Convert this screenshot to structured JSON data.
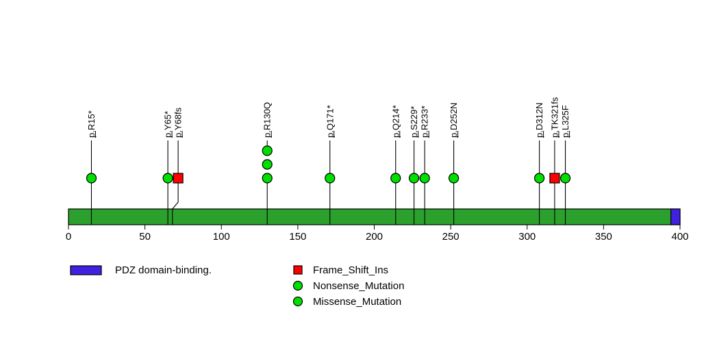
{
  "chart_data": {
    "type": "lollipop",
    "title": "",
    "xlabel": "",
    "ylabel": "",
    "xlim": [
      0,
      400
    ],
    "protein_length": 400,
    "axis": {
      "ticks": [
        0,
        50,
        100,
        150,
        200,
        250,
        300,
        350,
        400
      ],
      "tick_labels": [
        "0",
        "50",
        "100",
        "150",
        "200",
        "250",
        "300",
        "350",
        "400"
      ],
      "grid": false
    },
    "backbone": {
      "name": "protein-backbone",
      "color": "#2ca02c",
      "start": 0,
      "end": 400
    },
    "domains": [
      {
        "name": "PDZ domain-binding.",
        "start": 394,
        "end": 400,
        "color": "#3f21e0"
      }
    ],
    "mutations": [
      {
        "label": "p.R15*",
        "position": 15,
        "count": 1,
        "type": "Nonsense_Mutation",
        "marker": "circle",
        "color": "#00e000"
      },
      {
        "label": "p.Y65*",
        "position": 65,
        "count": 1,
        "type": "Nonsense_Mutation",
        "marker": "circle",
        "color": "#00e000"
      },
      {
        "label": "p.Y68fs",
        "position": 68,
        "count": 1,
        "type": "Frame_Shift_Ins",
        "marker": "square",
        "color": "#fe0000"
      },
      {
        "label": "p.R130Q",
        "position": 130,
        "count": 3,
        "type": "Missense_Mutation",
        "marker": "circle",
        "color": "#00e000"
      },
      {
        "label": "p.Q171*",
        "position": 171,
        "count": 1,
        "type": "Nonsense_Mutation",
        "marker": "circle",
        "color": "#00e000"
      },
      {
        "label": "p.Q214*",
        "position": 214,
        "count": 1,
        "type": "Nonsense_Mutation",
        "marker": "circle",
        "color": "#00e000"
      },
      {
        "label": "p.S229*",
        "position": 226,
        "count": 1,
        "type": "Nonsense_Mutation",
        "marker": "circle",
        "color": "#00e000"
      },
      {
        "label": "p.R233*",
        "position": 233,
        "count": 1,
        "type": "Nonsense_Mutation",
        "marker": "circle",
        "color": "#00e000"
      },
      {
        "label": "p.D252N",
        "position": 252,
        "count": 1,
        "type": "Missense_Mutation",
        "marker": "circle",
        "color": "#00e000"
      },
      {
        "label": "p.D312N",
        "position": 308,
        "count": 1,
        "type": "Missense_Mutation",
        "marker": "circle",
        "color": "#00e000"
      },
      {
        "label": "p.TK321fs",
        "position": 318,
        "count": 1,
        "type": "Frame_Shift_Ins",
        "marker": "square",
        "color": "#fe0000"
      },
      {
        "label": "p.L325F",
        "position": 325,
        "count": 1,
        "type": "Missense_Mutation",
        "marker": "circle",
        "color": "#00e000"
      }
    ],
    "legend": {
      "position": "bottom",
      "domain_entries": [
        {
          "label": "PDZ domain-binding.",
          "color": "#3f21e0",
          "marker": "rect"
        }
      ],
      "mutation_entries": [
        {
          "label": "Frame_Shift_Ins",
          "color": "#fe0000",
          "marker": "square"
        },
        {
          "label": "Nonsense_Mutation",
          "color": "#00e000",
          "marker": "circle"
        },
        {
          "label": "Missense_Mutation",
          "color": "#00e000",
          "marker": "circle"
        }
      ]
    }
  }
}
